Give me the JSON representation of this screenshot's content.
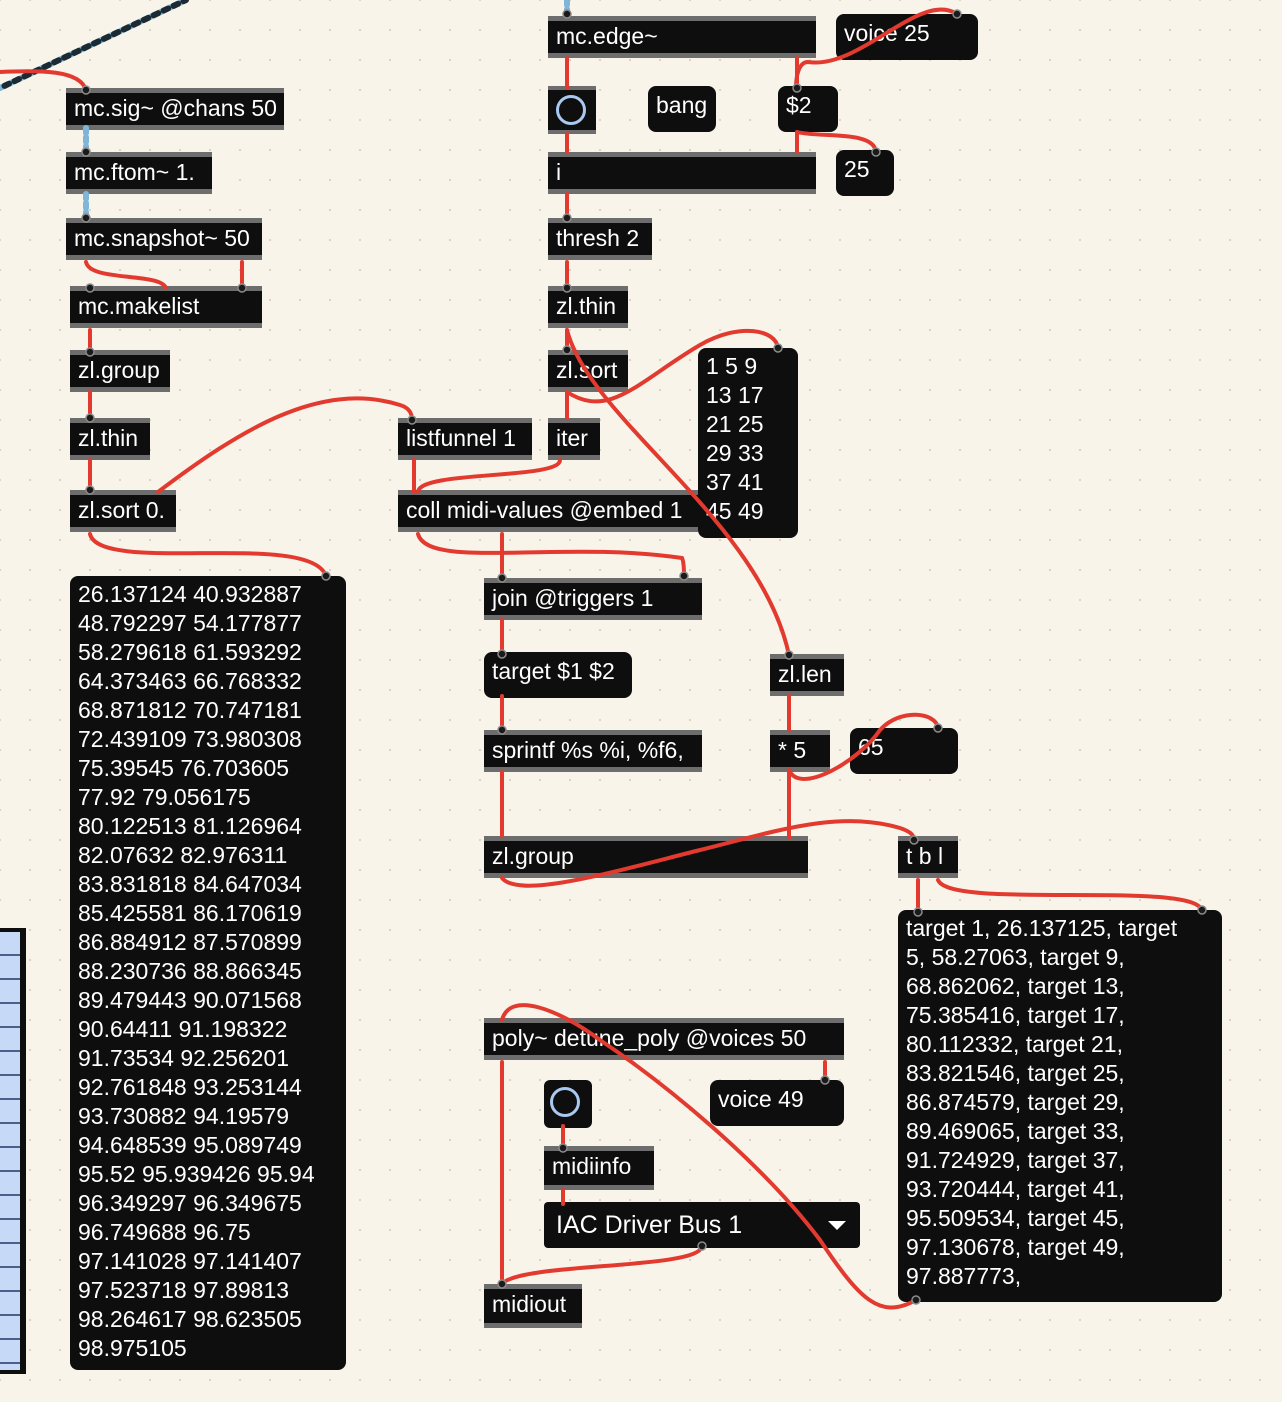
{
  "objects": {
    "mc_sig": "mc.sig~ @chans 50",
    "mc_ftom": "mc.ftom~ 1.",
    "mc_snapshot": "mc.snapshot~ 50",
    "mc_makelist": "mc.makelist",
    "zl_group_left": "zl.group",
    "zl_thin_left": "zl.thin",
    "zl_sort_left": "zl.sort 0.",
    "mc_edge": "mc.edge~",
    "int_box": "i",
    "thresh": "thresh 2",
    "zl_thin_right": "zl.thin",
    "zl_sort_right": "zl.sort",
    "iter": "iter",
    "listfunnel": "listfunnel 1",
    "coll": "coll midi-values @embed 1",
    "join": "join @triggers 1",
    "sprintf": "sprintf %s %i, %f6,",
    "zl_group_bottom": "zl.group",
    "zl_len": "zl.len",
    "times5": "* 5",
    "tbl": "t b l",
    "poly": "poly~ detune_poly @voices 50",
    "midiinfo": "midiinfo",
    "midiout": "midiout"
  },
  "messages": {
    "voice25": "voice 25",
    "bang": "bang",
    "dollar2": "$2",
    "num25": "25",
    "target": "target $1 $2",
    "num65": "65",
    "voice49": "voice 49",
    "thinned_list": "1 5 9\n13 17\n21 25\n29 33\n37 41\n45 49",
    "midi_values_list": "26.137124 40.932887\n48.792297 54.177877\n58.279618 61.593292\n64.373463 66.768332\n68.871812 70.747181\n72.439109 73.980308\n75.39545 76.703605\n77.92 79.056175\n80.122513 81.126964\n82.07632 82.976311\n83.831818 84.647034\n85.425581 86.170619\n86.884912 87.570899\n88.230736 88.866345\n89.479443 90.071568\n90.64411 91.198322\n91.73534 92.256201\n92.761848 93.253144\n93.730882 94.19579\n94.648539 95.089749\n95.52 95.939426 95.94\n96.349297 96.349675\n96.749688 96.75\n97.141028 97.141407\n97.523718 97.89813\n98.264617 98.623505\n98.975105",
    "target_output": "target 1, 26.137125, target\n5, 58.27063, target 9,\n68.862062, target 13,\n75.385416, target 17,\n80.112332, target 21,\n83.821546, target 25,\n86.874579, target 29,\n89.469065, target 33,\n91.724929, target 37,\n93.720444, target 41,\n95.509534, target 45,\n97.130678, target 49,\n97.887773,"
  },
  "menus": {
    "midi_port": "IAC Driver Bus 1"
  },
  "colors": {
    "canvas": "#f8f4ea",
    "object_fill": "#0e0e0e",
    "object_border": "#6d6d6d",
    "text": "#ffffff",
    "patch_cord": "#e23a2f",
    "signal_cord": "#7fb6d8",
    "bang_ring": "#a9c9f1",
    "table_fill": "#c6d9f7"
  }
}
